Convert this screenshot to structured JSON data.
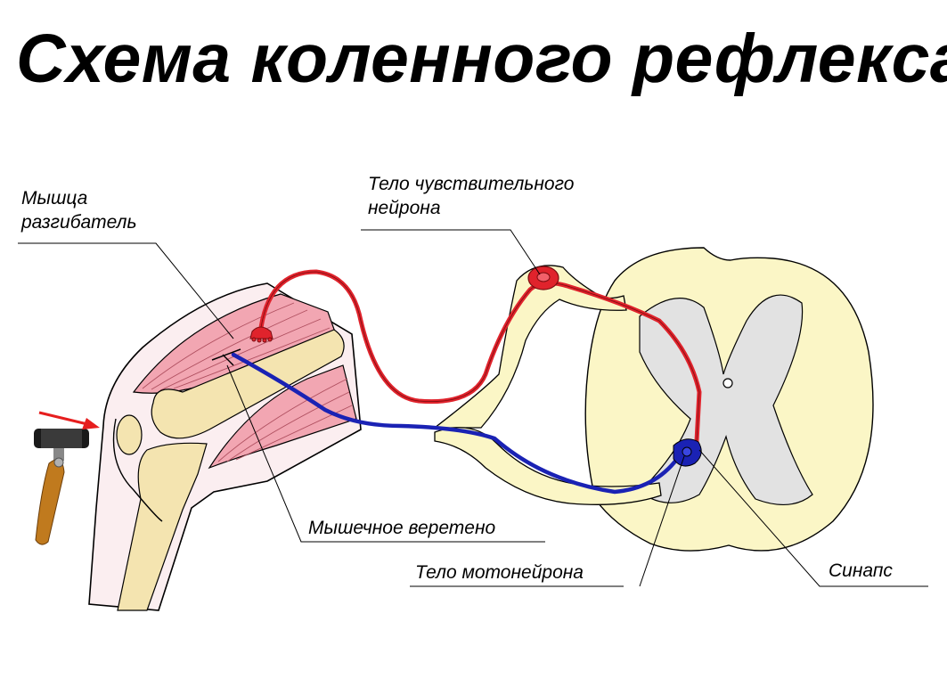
{
  "title": "Схема коленного рефлекса",
  "labels": {
    "muscle_line1": "Мышца",
    "muscle_line2": "разгибатель",
    "sensory_line1": "Тело чувствительного",
    "sensory_line2": "нейрона",
    "spindle": "Мышечное веретено",
    "motoneuron": "Тело мотонейрона",
    "synapse": "Синапс"
  },
  "colors": {
    "skin": "#fbeef0",
    "muscle": "#f2a6b2",
    "bone": "#f4e4b0",
    "spinal_cord": "#fbf6c6",
    "grey_matter": "#e2e2e2",
    "sensory_neuron": "#e0232c",
    "motor_neuron": "#1a22b4",
    "hammer_handle": "#c07a1e",
    "arrow": "#e61e1e"
  },
  "icons": {
    "reflex_hammer": "reflex-hammer-icon",
    "tap_arrow": "arrow-icon"
  }
}
